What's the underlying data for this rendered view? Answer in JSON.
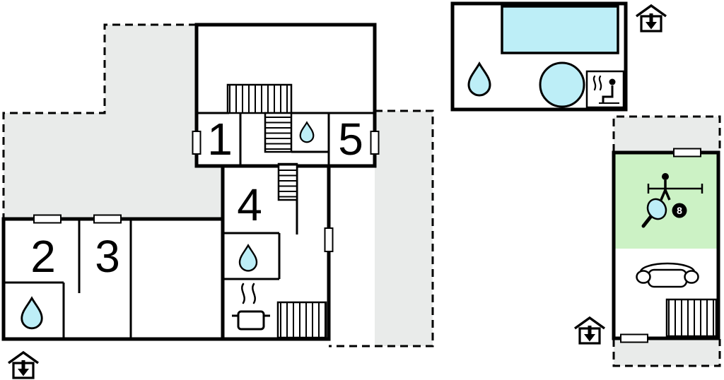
{
  "scene_type": "holiday-home-floor-plan",
  "colors": {
    "terrace_fill": "#e9ebea",
    "water_fill": "#bdeef7",
    "games_room_fill": "#ccf2c5",
    "line": "#000000",
    "wall_fill": "#ffffff"
  },
  "main_house": {
    "room_labels": {
      "r1": "1",
      "r2": "2",
      "r3": "3",
      "r4": "4",
      "r5": "5"
    },
    "icons": [
      "water-drop-icon",
      "staircase",
      "stove-icon",
      "window"
    ]
  },
  "pool_house": {
    "icons": [
      "swimming-pool",
      "hot-tub",
      "water-drop-icon",
      "sauna-icon"
    ]
  },
  "games_house": {
    "eight_ball_label": "8",
    "icons": [
      "foosball-icon",
      "table-tennis-paddle-icon",
      "eight-ball-icon",
      "sofa-icon",
      "staircase",
      "window"
    ]
  },
  "entrance_icons": [
    "main-house-entrance",
    "pool-house-entrance",
    "games-house-entrance"
  ]
}
